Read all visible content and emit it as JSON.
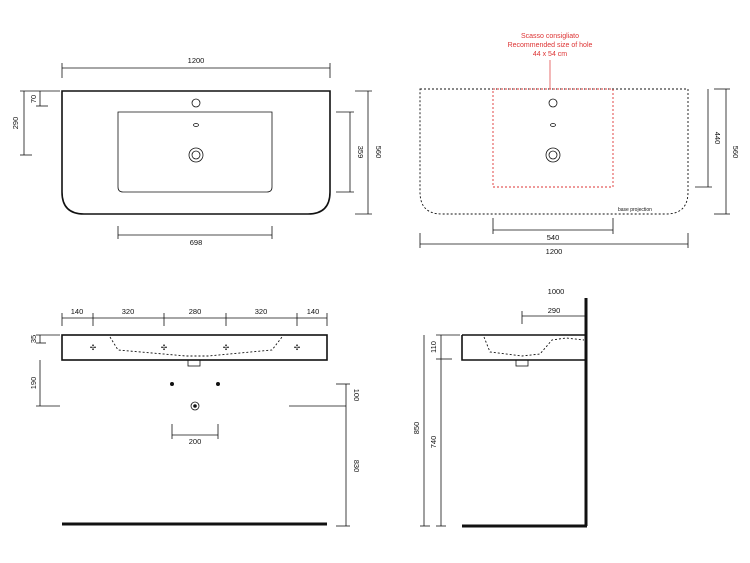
{
  "top_view": {
    "width": "1200",
    "basin_width": "698",
    "depth": "560",
    "basin_depth": "359",
    "rim_depth": "290",
    "tap_offset": "70"
  },
  "cutout_view": {
    "title_it": "Scasso consigliato",
    "title_en": "Recommended size of hole",
    "hole_size": "44 x 54 cm",
    "depth": "560",
    "hole_depth": "440",
    "hole_width": "540",
    "width": "1200",
    "base_projection": "base projection"
  },
  "front_view": {
    "segments": [
      "140",
      "320",
      "280",
      "320",
      "140"
    ],
    "rim_height": "35",
    "top_offset": "190",
    "waste_offset": "100",
    "waste_spacing": "200",
    "waste_height": "830"
  },
  "side_view": {
    "total_height": "1000",
    "depth_to_hole": "290",
    "rim_height": "110",
    "overall_height": "850",
    "basin_height": "740"
  }
}
